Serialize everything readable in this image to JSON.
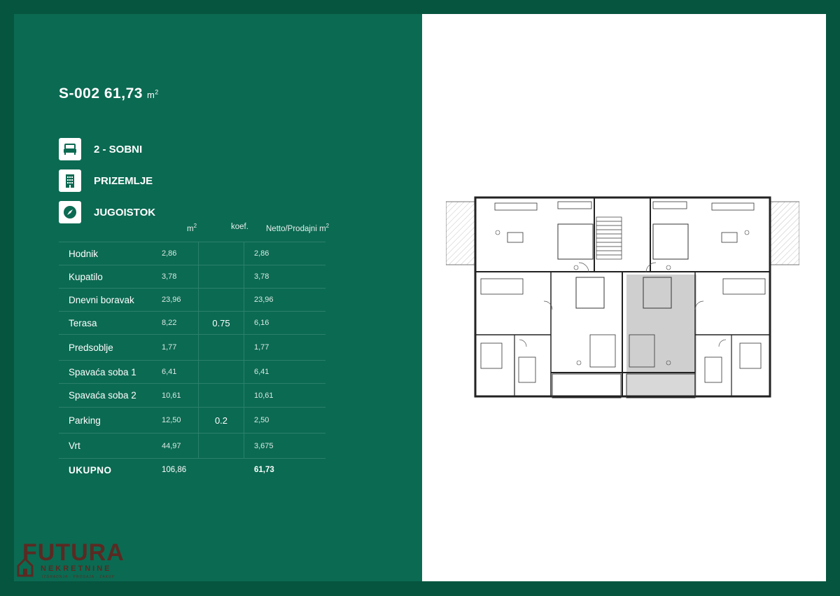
{
  "unit": {
    "code": "S-002 61,73",
    "area_unit": "m",
    "area_unit_sup": "2"
  },
  "info": [
    {
      "label": "2 - SOBNI",
      "icon": "bed-icon"
    },
    {
      "label": "PRIZEMLJE",
      "icon": "building-icon"
    },
    {
      "label": "JUGOISTOK",
      "icon": "compass-icon"
    }
  ],
  "table": {
    "headers": {
      "area": "m",
      "area_sup": "2",
      "koef": "koef.",
      "net": "Netto/Prodajni m",
      "net_sup": "2"
    },
    "rows": [
      {
        "name": "Hodnik",
        "area": "2,86",
        "koef": "",
        "net": "2,86"
      },
      {
        "name": "Kupatilo",
        "area": "3,78",
        "koef": "",
        "net": "3,78"
      },
      {
        "name": "Dnevni boravak",
        "area": "23,96",
        "koef": "",
        "net": "23,96"
      },
      {
        "name": "Terasa",
        "area": "8,22",
        "koef": "0.75",
        "net": "6,16"
      },
      {
        "name": "Predsoblje",
        "area": "1,77",
        "koef": "",
        "net": "1,77"
      },
      {
        "name": "Spavaća soba 1",
        "area": "6,41",
        "koef": "",
        "net": "6,41"
      },
      {
        "name": "Spavaća soba 2",
        "area": "10,61",
        "koef": "",
        "net": "10,61"
      },
      {
        "name": "Parking",
        "area": "12,50",
        "koef": "0.2",
        "net": "2,50"
      },
      {
        "name": "Vrt",
        "area": "44,97",
        "koef": "",
        "net": "3,675"
      }
    ],
    "total": {
      "name": "UKUPNO",
      "area": "106,86",
      "koef": "",
      "net": "61,73"
    }
  },
  "logo": {
    "word": "FUTURA",
    "sub": "NEKRETNINE",
    "tag": "IZGRADNJA · PRODAJA · ZAKUP"
  },
  "colors": {
    "frame": "#06553f",
    "panel": "#0b6a52",
    "divider": "#2c806b",
    "logo": "#5a2a22",
    "highlight": "#cfcfcf"
  }
}
